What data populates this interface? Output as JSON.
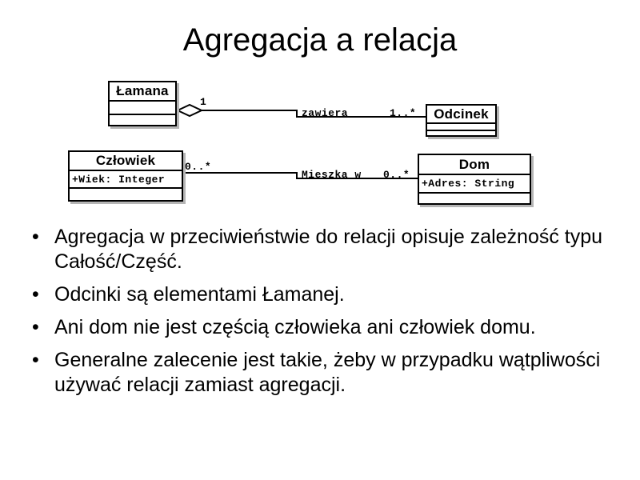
{
  "slide": {
    "title": "Agregacja a relacja",
    "background_color": "#ffffff",
    "text_color": "#000000"
  },
  "diagram": {
    "type": "uml-class-diagram",
    "classes": [
      {
        "id": "lamana",
        "name": "Łamana",
        "attributes": "",
        "operations": ""
      },
      {
        "id": "odcinek",
        "name": "Odcinek",
        "attributes": "",
        "operations": ""
      },
      {
        "id": "czlowiek",
        "name": "Człowiek",
        "attributes": "+Wiek: Integer",
        "operations": ""
      },
      {
        "id": "dom",
        "name": "Dom",
        "attributes": "+Adres: String",
        "operations": ""
      }
    ],
    "relationships": [
      {
        "id": "zawiera",
        "kind": "aggregation",
        "from": "Łamana",
        "to": "Odcinek",
        "label": "zawiera",
        "source_multiplicity": "1",
        "target_multiplicity": "1..*"
      },
      {
        "id": "mieszka-w",
        "kind": "association",
        "from": "Człowiek",
        "to": "Dom",
        "label": "Mieszka w",
        "source_multiplicity": "0..*",
        "target_multiplicity": "0..*"
      }
    ]
  },
  "bullets": [
    {
      "marker": "•",
      "text": "Agregacja w przeciwieństwie do relacji opisuje zależność typu Całość/Część."
    },
    {
      "marker": "•",
      "text": "Odcinki są elementami Łamanej."
    },
    {
      "marker": "•",
      "text": "Ani dom nie jest częścią człowieka ani człowiek domu."
    },
    {
      "marker": "•",
      "text": "Generalne zalecenie jest takie, żeby w przypadku wątpliwości używać relacji zamiast agregacji."
    }
  ]
}
